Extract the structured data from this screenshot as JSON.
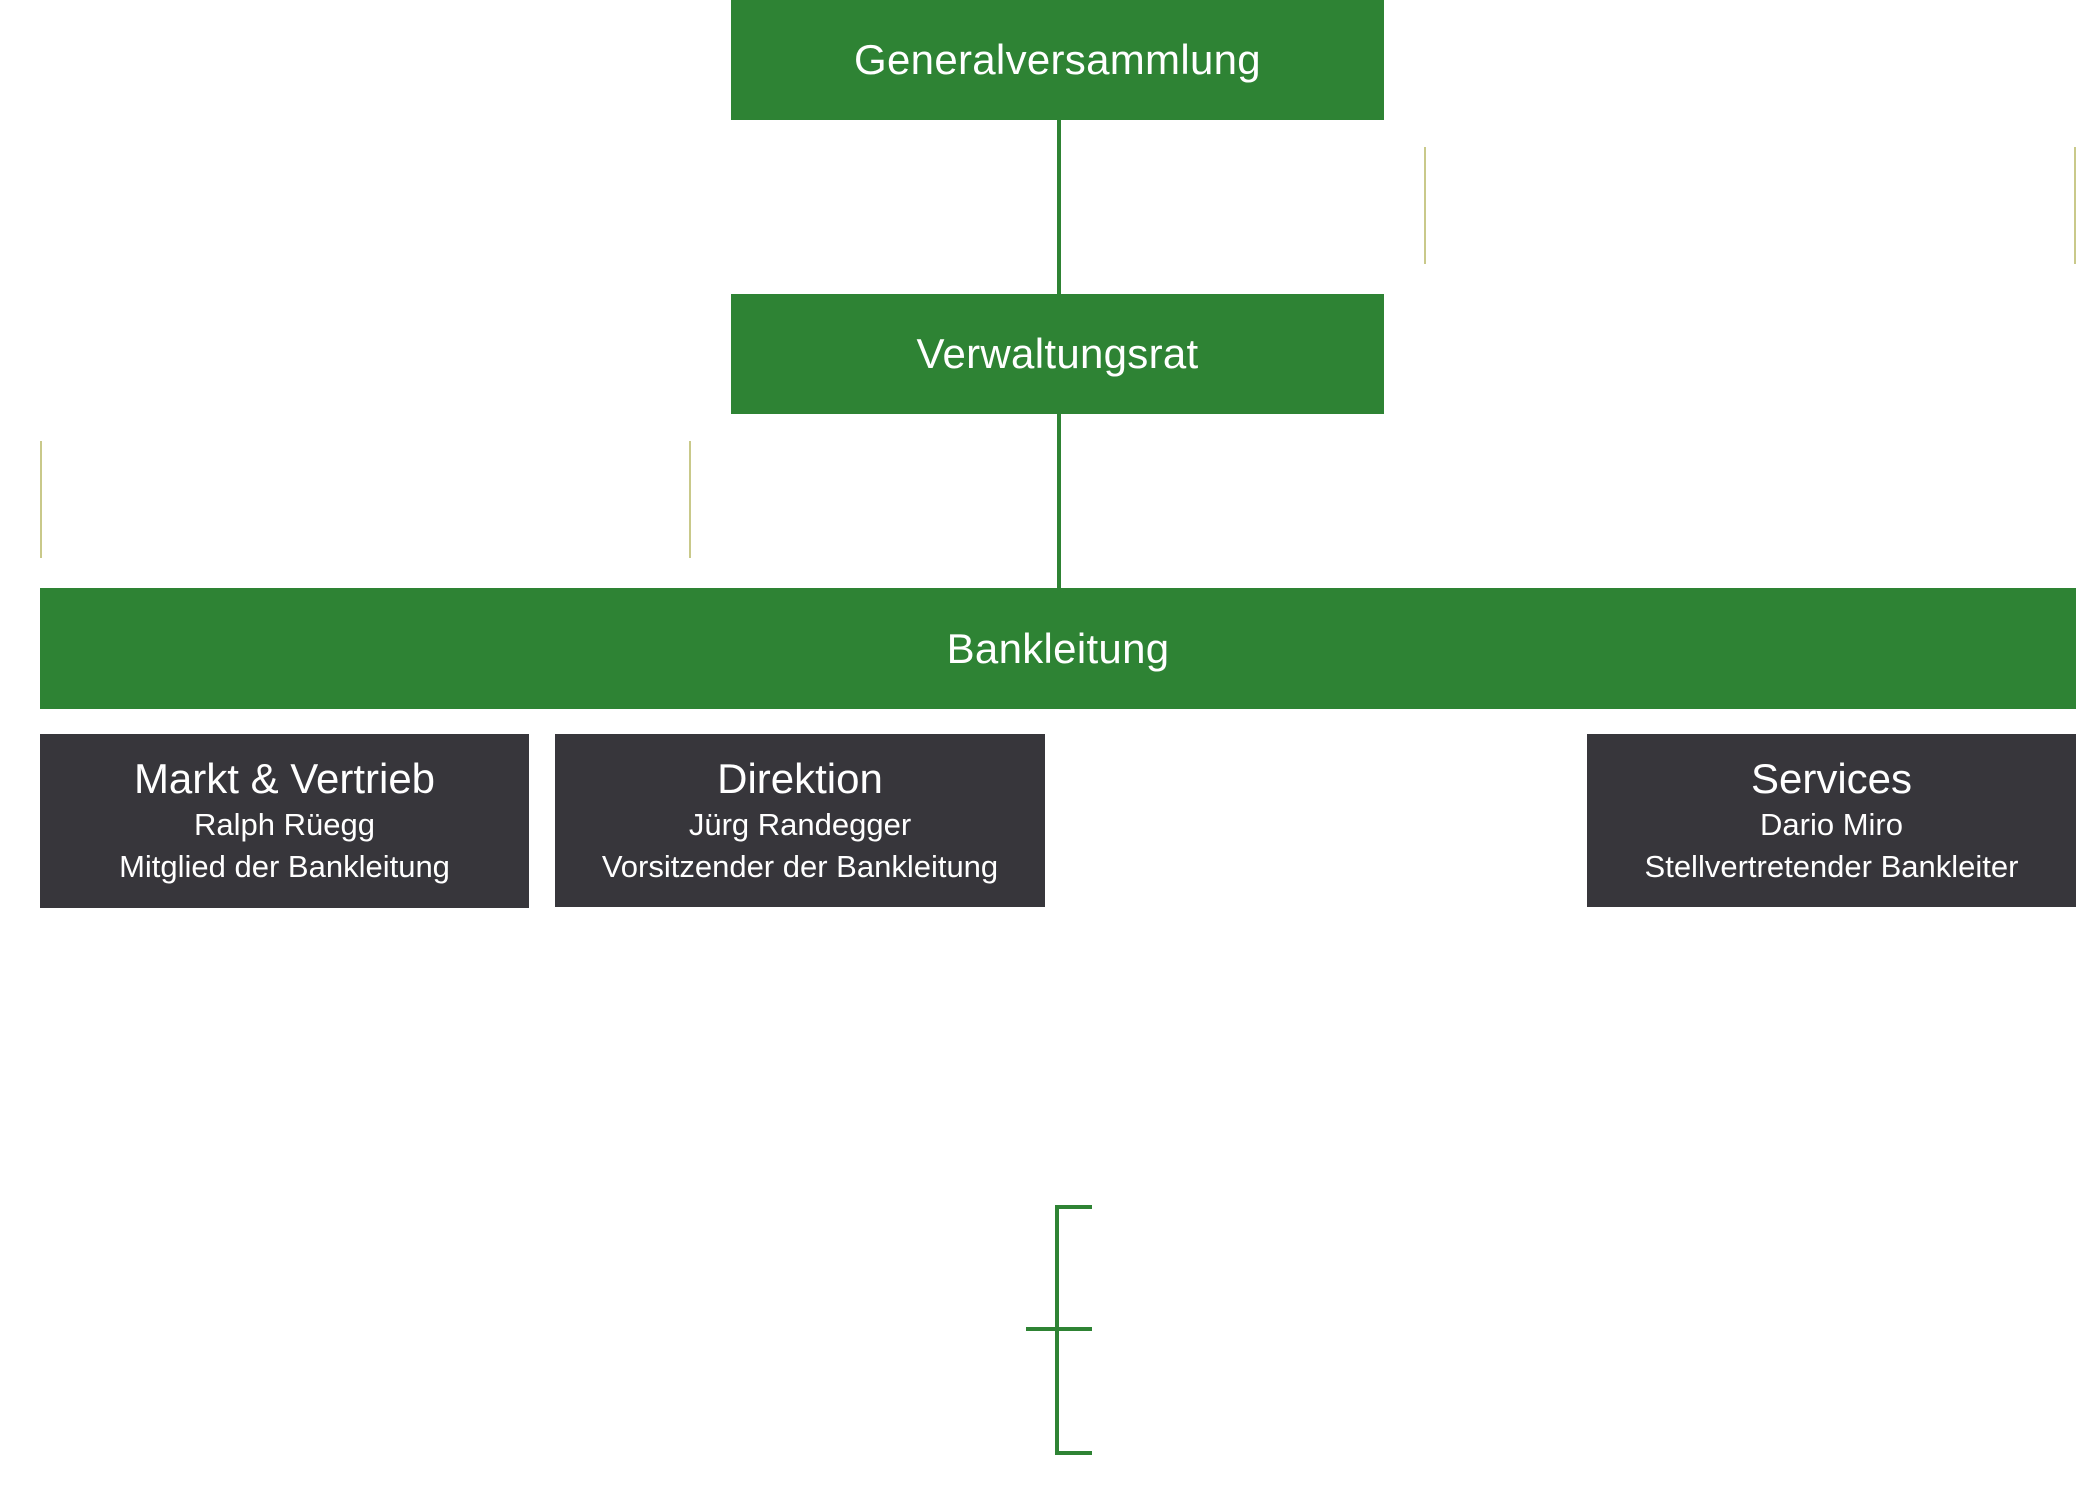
{
  "colors": {
    "green": "#2e8334",
    "dark": "#37363b",
    "gold": "#f2cc30",
    "lightblue": "#9cc9e2"
  },
  "nodes": {
    "generalversammlung": {
      "label": "Generalversammlung"
    },
    "verwaltungsrat": {
      "label": "Verwaltungsrat"
    },
    "bankleitung": {
      "label": "Bankleitung"
    }
  },
  "departments": [
    {
      "title": "Markt & Vertrieb",
      "person": "Ralph Rüegg",
      "role": "Mitglied der Bankleitung"
    },
    {
      "title": "Direktion",
      "person": "Jürg Randegger",
      "role": "Vorsitzender der Bankleitung"
    },
    {
      "title": "Services",
      "person": "Dario Miro",
      "role": "Stellvertretender Bankleiter"
    }
  ]
}
